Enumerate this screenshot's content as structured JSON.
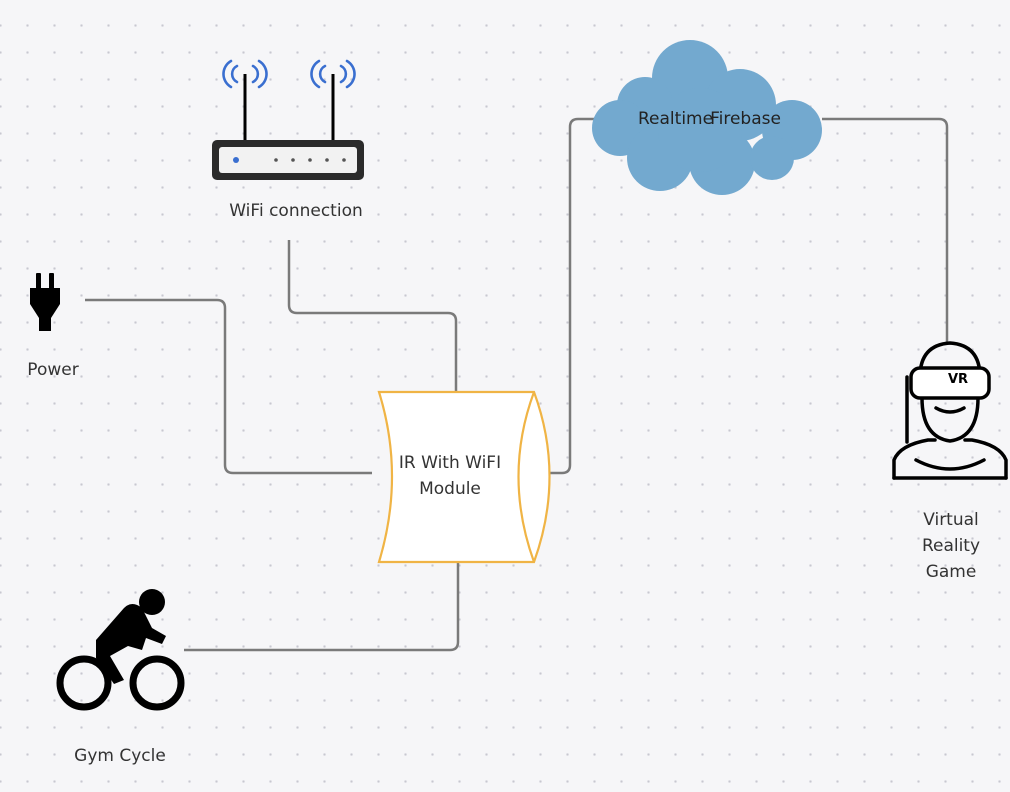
{
  "diagram": {
    "nodes": {
      "wifi": {
        "label": "WiFi connection"
      },
      "power": {
        "label": "Power"
      },
      "module": {
        "label_line1": "IR With WiFI",
        "label_line2": "Module"
      },
      "firebase": {
        "label_part1": "Realtime",
        "label_part2": "Firebase"
      },
      "vr": {
        "badge": "VR",
        "label_line1": "Virtual",
        "label_line2": "Reality",
        "label_line3": "Game"
      },
      "gym": {
        "label": "Gym Cycle"
      }
    },
    "edges": [
      {
        "from": "Power",
        "to": "IR With WiFI Module"
      },
      {
        "from": "WiFi connection",
        "to": "IR With WiFI Module"
      },
      {
        "from": "IR With WiFI Module",
        "to": "Realtime Firebase"
      },
      {
        "from": "Realtime Firebase",
        "to": "Virtual Reality Game"
      },
      {
        "from": "Gym Cycle",
        "to": "IR With WiFI Module"
      }
    ],
    "colors": {
      "background": "#f6f6f8",
      "grid_dot": "#c8c8d0",
      "connector": "#7a7a7a",
      "module_fill": "#ffffff",
      "module_stroke": "#f0b445",
      "cloud_fill": "#73a9cf",
      "icon": "#000000",
      "wifi_signal": "#3a6fd0"
    },
    "icons": [
      "router-icon",
      "plug-icon",
      "cloud-shape",
      "vr-user-icon",
      "cyclist-icon"
    ]
  }
}
